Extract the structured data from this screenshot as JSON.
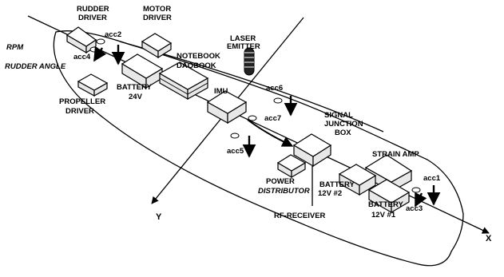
{
  "labels": {
    "rudder_driver_1": "RUDDER",
    "rudder_driver_2": "DRIVER",
    "motor_driver_1": "MOTOR",
    "motor_driver_2": "DRIVER",
    "rpm": "RPM",
    "rudder_angle": "RUDDER ANGLE",
    "acc2": "acc2",
    "acc4": "acc4",
    "laser_1": "LASER",
    "laser_2": "EMITTER",
    "notebook_1": "NOTEBOOK",
    "notebook_2": "DAQBOOK",
    "battery24_1": "BATTERY",
    "battery24_2": "24V",
    "propeller_1": "PROPELLER",
    "propeller_2": "DRIVER",
    "imu": "IMU",
    "acc6": "acc6",
    "acc7": "acc7",
    "acc5": "acc5",
    "sjb_1": "SIGNAL",
    "sjb_2": "JUNCTION",
    "sjb_3": "BOX",
    "strain_amp": "STRAIN AMP",
    "power_1": "POWER",
    "power_2": "DISTRIBUTOR",
    "battery2_1": "BATTERY",
    "battery2_2": "12V #2",
    "battery1_1": "BATTERY",
    "battery1_2": "12V #1",
    "acc1": "acc1",
    "acc3": "acc3",
    "rf_receiver": "RF-RECEIVER",
    "axis_y": "Y",
    "axis_x": "X"
  }
}
